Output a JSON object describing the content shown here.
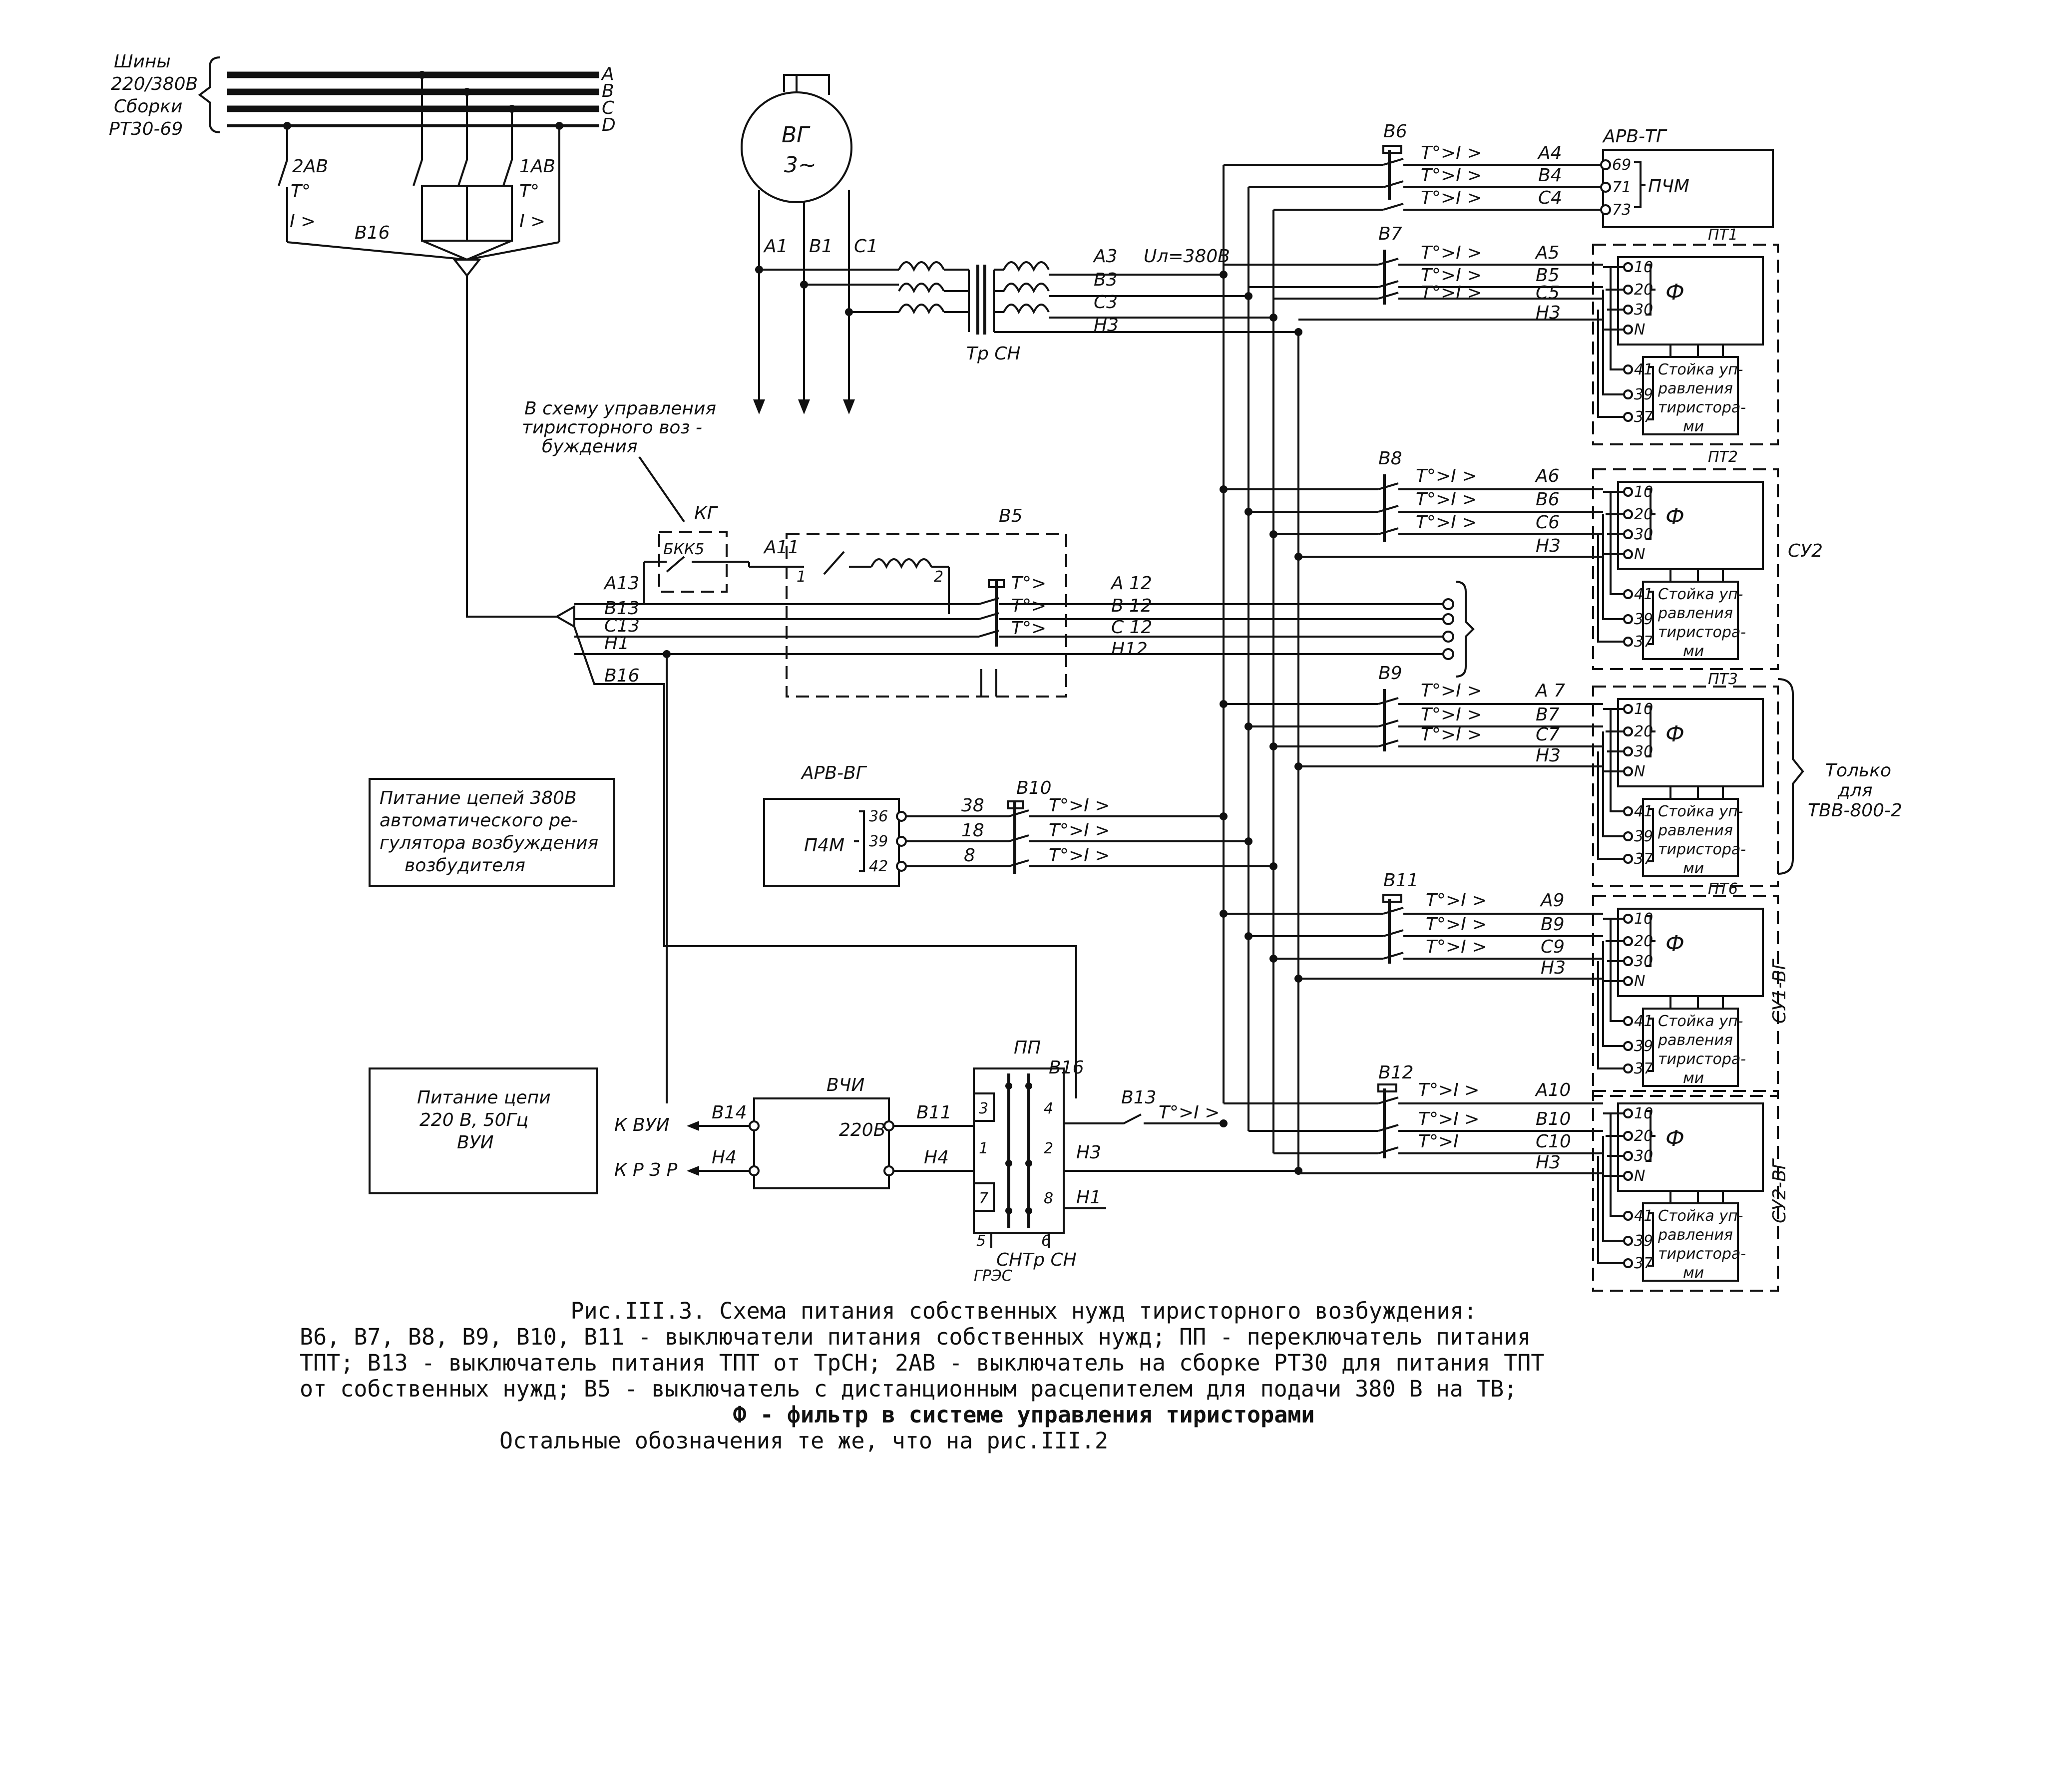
{
  "buses": {
    "label_lines": [
      "Шины",
      "220/380В",
      "Сборки",
      "РТ30-69"
    ],
    "phases": [
      "A",
      "B",
      "C",
      "D"
    ]
  },
  "breakers_left": {
    "b2": "2АВ",
    "b1": "1АВ",
    "t": "T°",
    "i": "I >",
    "wire": "В16"
  },
  "generator": {
    "name": "ВГ",
    "phase": "3~",
    "a": "А1",
    "b": "В1",
    "c": "С1"
  },
  "transformer": {
    "name": "Тр СН",
    "a": "А3",
    "b": "В3",
    "c": "С3",
    "n": "Н3",
    "voltage": "Uл=380В"
  },
  "note_control": [
    "В схему управления",
    "тиристорного воз -",
    "буждения"
  ],
  "kg": {
    "name": "КГ",
    "contact": "БКК5",
    "wire": "А11",
    "t1": "1",
    "t2": "2"
  },
  "b5": {
    "name": "В5",
    "t": "T°>",
    "out": [
      "А 12",
      "В 12",
      "С 12",
      "Н12"
    ]
  },
  "left_wires": [
    "А13",
    "В13",
    "С13",
    "Н1",
    "В16"
  ],
  "arv_vg": {
    "title": "АРВ-ВГ",
    "block": "П4М",
    "terms": [
      "36",
      "39",
      "42"
    ],
    "wires": [
      "38",
      "18",
      "8"
    ],
    "breaker": "В10"
  },
  "note_power380": [
    "Питание цепей 380В",
    "автоматического ре-",
    "гулятора возбуждения",
    "возбудителя"
  ],
  "note_power220": [
    "Питание цепи",
    "220 В, 50Гц",
    "ВУИ"
  ],
  "vchi": {
    "title": "ВЧИ",
    "inner": "220В",
    "left_wires": [
      "В14",
      "Н4"
    ],
    "right_wires": [
      "В11",
      "Н4"
    ],
    "out1": "К ВУИ",
    "out2": "К Р З Р"
  },
  "pp": {
    "title": "ПП",
    "terms": [
      "3",
      "4",
      "1",
      "2",
      "7",
      "8"
    ],
    "wires": [
      "В16",
      "Н3",
      "Н1"
    ],
    "bottom": [
      "5",
      "6"
    ],
    "sub1": "СНТр СН",
    "sub2": "ГРЭС"
  },
  "b13": {
    "name": "В13",
    "trip": "T°>I >"
  },
  "trip": "T°>I >",
  "trip_short": "T°>I",
  "arv_tg": {
    "title": "АРВ-ТГ",
    "block": "ПЧМ",
    "terms": [
      "69",
      "71",
      "73"
    ],
    "breaker": "В6",
    "wires": [
      "А4",
      "В4",
      "С4"
    ]
  },
  "feeders": [
    {
      "breaker": "В7",
      "wires": [
        "А5",
        "В5",
        "С5",
        "Н3"
      ],
      "unit": "ПТ1",
      "side": ""
    },
    {
      "breaker": "В8",
      "wires": [
        "А6",
        "В6",
        "С6",
        "Н3"
      ],
      "unit": "ПТ2",
      "side": "СУ2"
    },
    {
      "breaker": "В9",
      "wires": [
        "А 7",
        "В7",
        "С7",
        "Н3"
      ],
      "unit": "ПТ3",
      "side": ""
    },
    {
      "breaker": "В11",
      "wires": [
        "А9",
        "В9",
        "С9",
        "Н3"
      ],
      "unit": "ПТ6",
      "side": "СУ1-ВГ"
    },
    {
      "breaker": "В12",
      "wires": [
        "А10",
        "В10",
        "С10",
        "Н3"
      ],
      "unit": "",
      "side": "СУ2-ВГ"
    }
  ],
  "unit_terms": [
    "10",
    "20",
    "30",
    "N",
    "41",
    "39",
    "37"
  ],
  "filter": "Ф",
  "stand": [
    "Стойка уп-",
    "равления",
    "тиристора-",
    "ми"
  ],
  "only_for": [
    "Только",
    "для",
    "ТВВ-800-2"
  ],
  "caption": {
    "title": "Рис.III.3. Схема питания собственных нужд тиристорного возбуждения:",
    "lines": [
      "В6, В7, В8, В9, В10, В11 - выключатели питания собственных нужд; ПП - переключатель питания",
      "ТПТ; В13 - выключатель питания ТПТ от ТрСН; 2АВ - выключатель на сборке РТ30 для питания ТПТ",
      "от собственных нужд; В5 - выключатель с дистанционным расцепителем для подачи 380 В на ТВ;"
    ],
    "bold": "Ф - фильтр в системе управления тиристорами",
    "last": "Остальные обозначения те же, что на рис.III.2"
  }
}
